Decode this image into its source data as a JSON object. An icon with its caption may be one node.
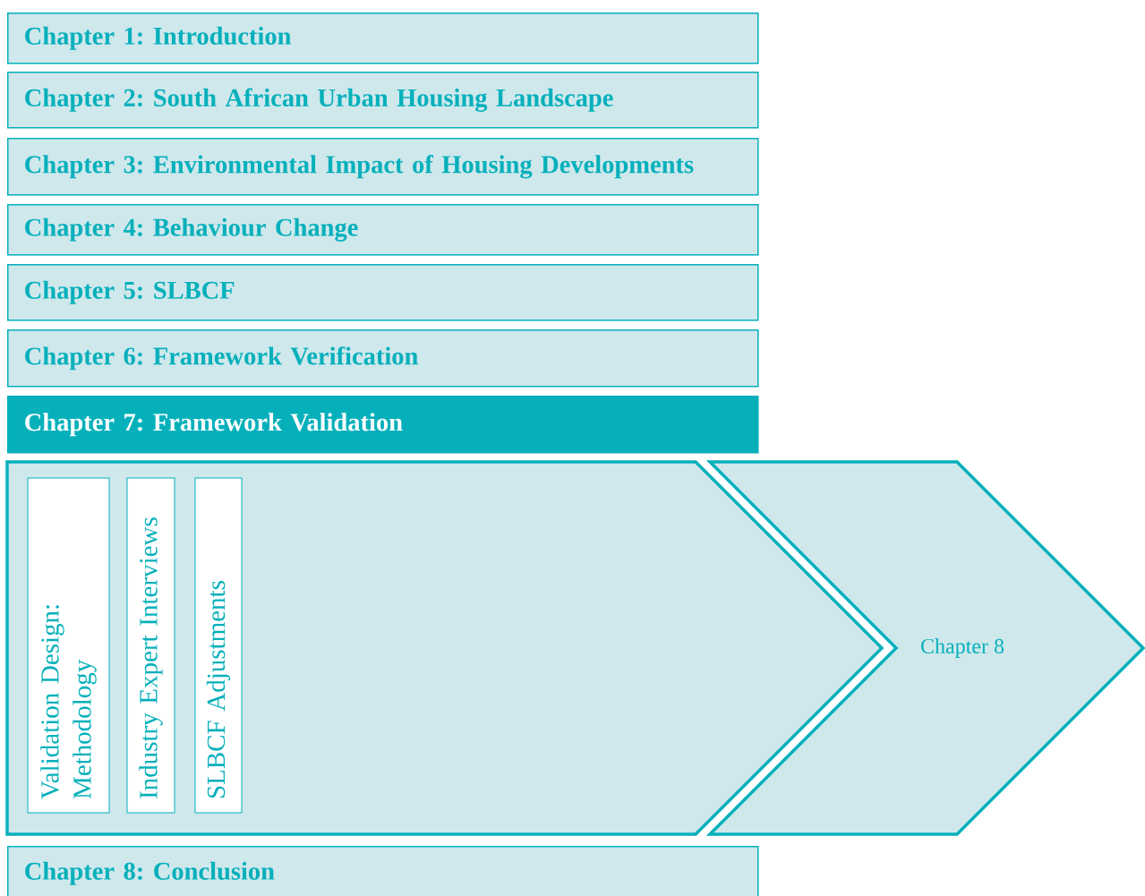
{
  "diagram": {
    "nodes": [
      {
        "text": [
          "Chapter 1: Introduction"
        ]
      },
      {
        "text": [
          "Chapter 2: South African Urban Housing Landscape"
        ]
      },
      {
        "text": [
          "Chapter 3: Environmental Impact of Housing Developments"
        ]
      },
      {
        "text": [
          "Chapter 4: Behaviour Change"
        ]
      },
      {
        "text": [
          "Chapter 5: SLBCF"
        ]
      },
      {
        "text": [
          "Chapter 6: Framework Verification"
        ]
      },
      {
        "text": [
          "Chapter 7: Framework Validation"
        ]
      },
      {
        "text": [],
        "shape": "chevron"
      },
      {
        "text": [
          "Validation Design: Methodology"
        ],
        "in": 7
      },
      {
        "text": [
          "Industry Expert Interviews"
        ],
        "in": 7
      },
      {
        "text": [
          "SLBCF Adjustments"
        ],
        "in": 7
      },
      {
        "text": [
          "Chapter 8"
        ]
      },
      {
        "text": [
          "Chapter 8: Conclusion"
        ]
      }
    ]
  }
}
